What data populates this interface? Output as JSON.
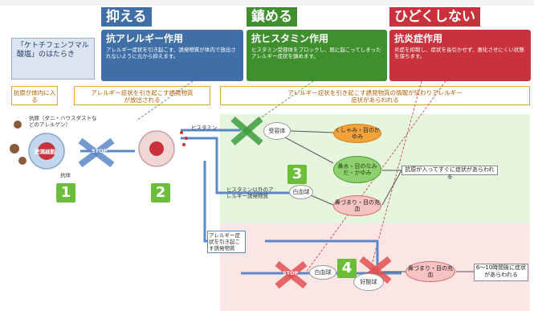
{
  "headers": [
    {
      "tag": "抑える",
      "title": "抗アレルギー作用",
      "body": "アレルギー症状を引き起こす、誘発物質が体内で放出されないように元から抑えます。",
      "color": "#3f6fa6"
    },
    {
      "tag": "鎮める",
      "title": "抗ヒスタミン作用",
      "body": "ヒスタミン受容体をブロックし、既に起こってしまったアレルギー症状を鎮めます。",
      "color": "#3f8f2f"
    },
    {
      "tag": "ひどくしない",
      "title": "抗炎症作用",
      "body": "炎症を抑制し、症状を長引かせず、悪化させにくい状態を保ちます。",
      "color": "#c8323c"
    }
  ],
  "subject": {
    "text": "「ケトチフェンフマル酸塩」のはたらき"
  },
  "stages": [
    {
      "text": "抗原が体内に入る"
    },
    {
      "text": "アレルギー症状を引き起こす誘発物質が放出される"
    },
    {
      "text": "アレルギー症状を引き起こす誘発物質の情報が伝わりアレルギー症状があらわれる"
    }
  ],
  "left_labels": {
    "antigen": "抗原（ダニ・ハウスダストなどのアレルゲン）",
    "mast_cell": "肥満細胞",
    "antibody": "抗体",
    "stop": "STOP",
    "histamine": "ヒスタミン",
    "other_mediators": "ヒスタミン以外のアレルギー誘発物質",
    "leukotriene_note": "アレルギー症状を引き起こす誘発物質"
  },
  "nodes": {
    "receptor": "受容体",
    "sneeze": "くしゃみ・目のかゆみ",
    "runny": "鼻水・目のなみだ・かゆみ",
    "nose_block": "鼻づまり・目の充血",
    "immediate_note": "抗原が入ってすぐに症状があらわれる",
    "white_cell": "白血球",
    "eosinophil": "好酸球",
    "late_block": "鼻づまり・目の充血",
    "late_note": "6〜10時間後に症状があらわれる"
  },
  "numbers": [
    "1",
    "2",
    "3",
    "4"
  ],
  "colors": {
    "blue": "#3f6fa6",
    "green": "#3f8f2f",
    "red": "#c8323c",
    "orange": "#e8a33c"
  }
}
